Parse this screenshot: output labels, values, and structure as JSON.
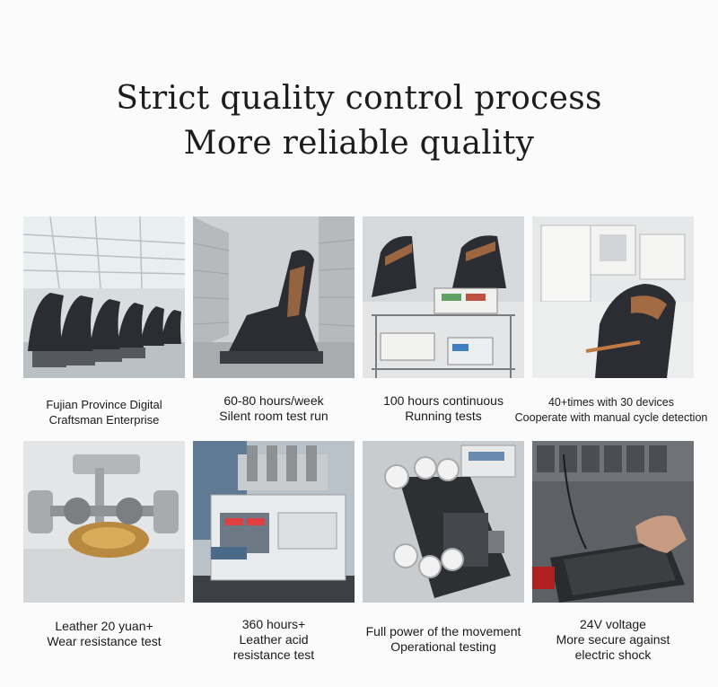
{
  "headline": {
    "line1": "Strict quality control process",
    "line2": "More reliable quality"
  },
  "cards": [
    {
      "name": "factory-floor-photo",
      "caption": [
        "Fujian Province Digital",
        "Craftsman Enterprise"
      ]
    },
    {
      "name": "silent-room-photo",
      "caption": [
        "60-80 hours/week",
        "Silent room test run"
      ]
    },
    {
      "name": "running-test-photo",
      "caption": [
        "100 hours continuous",
        "Running tests"
      ]
    },
    {
      "name": "cycle-detection-photo",
      "caption": [
        "40+times with 30 devices",
        "Cooperate with manual cycle detection"
      ]
    },
    {
      "name": "wear-resistance-photo",
      "caption": [
        "Leather 20 yuan+",
        "Wear resistance test"
      ]
    },
    {
      "name": "acid-resistance-photo",
      "caption": [
        "360 hours+",
        "Leather acid",
        "resistance test"
      ]
    },
    {
      "name": "movement-test-photo",
      "caption": [
        "Full power of the movement",
        "Operational testing"
      ]
    },
    {
      "name": "voltage-test-photo",
      "caption": [
        "24V voltage",
        "More secure against",
        "electric shock"
      ]
    }
  ],
  "colors": {
    "background": "#fbfbfb",
    "text": "#1a1a1a",
    "accent_copper": "#c27a45",
    "chair_dark": "#2b2d33"
  }
}
